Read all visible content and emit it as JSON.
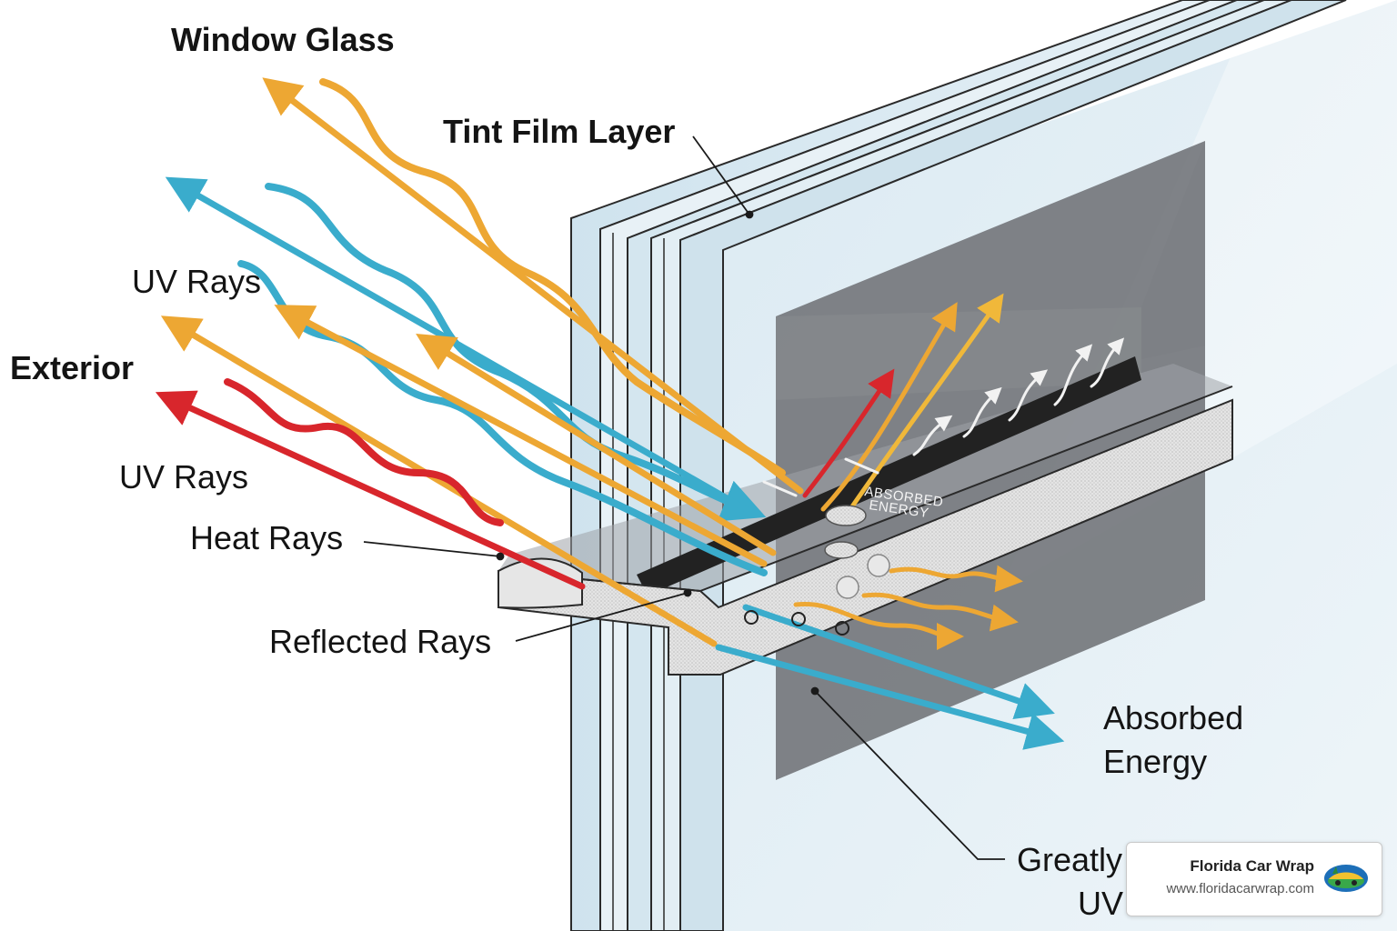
{
  "labels": {
    "window_glass": "Window Glass",
    "tint_film_layer": "Tint Film Layer",
    "uv_rays_top": "UV Rays",
    "exterior": "Exterior",
    "uv_rays_lower": "UV Rays",
    "heat_rays": "Heat Rays",
    "reflected_rays": "Reflected Rays",
    "absorbed_energy_line1": "Absorbed",
    "absorbed_energy_line2": "Energy",
    "greatly_line1": "Greatly",
    "greatly_line2": "UV",
    "inner_absorbed_line1": "ABSORBED",
    "inner_absorbed_line2": "ENERGY"
  },
  "badge": {
    "title": "Florida Car Wrap",
    "url": "www.floridacarwrap.com"
  },
  "colors": {
    "uv_blue": "#3aaccc",
    "heat_orange": "#eda733",
    "red": "#d8262c",
    "glass": "#c5dde9",
    "film": "#6f7276"
  }
}
